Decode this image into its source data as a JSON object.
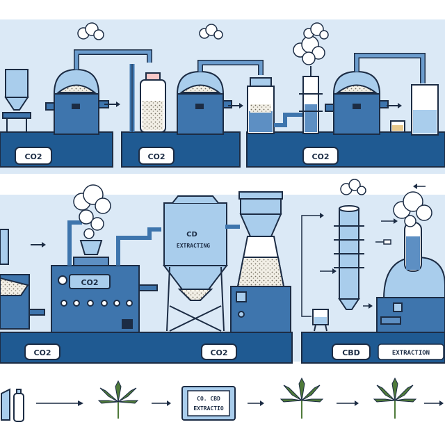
{
  "rows": {
    "top": {
      "labels": [
        "CO2",
        "CO2",
        "CO2"
      ]
    },
    "middle": {
      "labels": [
        "CO2",
        "CO2",
        "CBD",
        "EXTRACTION"
      ],
      "machine_label": "CO2",
      "tank_label_line1": "CD",
      "tank_label_line2": "EXTRACTING"
    },
    "bottom": {
      "sign_line1": "CO. CBD",
      "sign_line2": "EXTRACTIO"
    }
  },
  "colors": {
    "sky": "#dbe9f6",
    "band": "#1f5a92",
    "machine": "#3e75ad",
    "glass": "#a9cdec",
    "outline": "#1c2c44",
    "leaf": "#4f7a3a"
  }
}
